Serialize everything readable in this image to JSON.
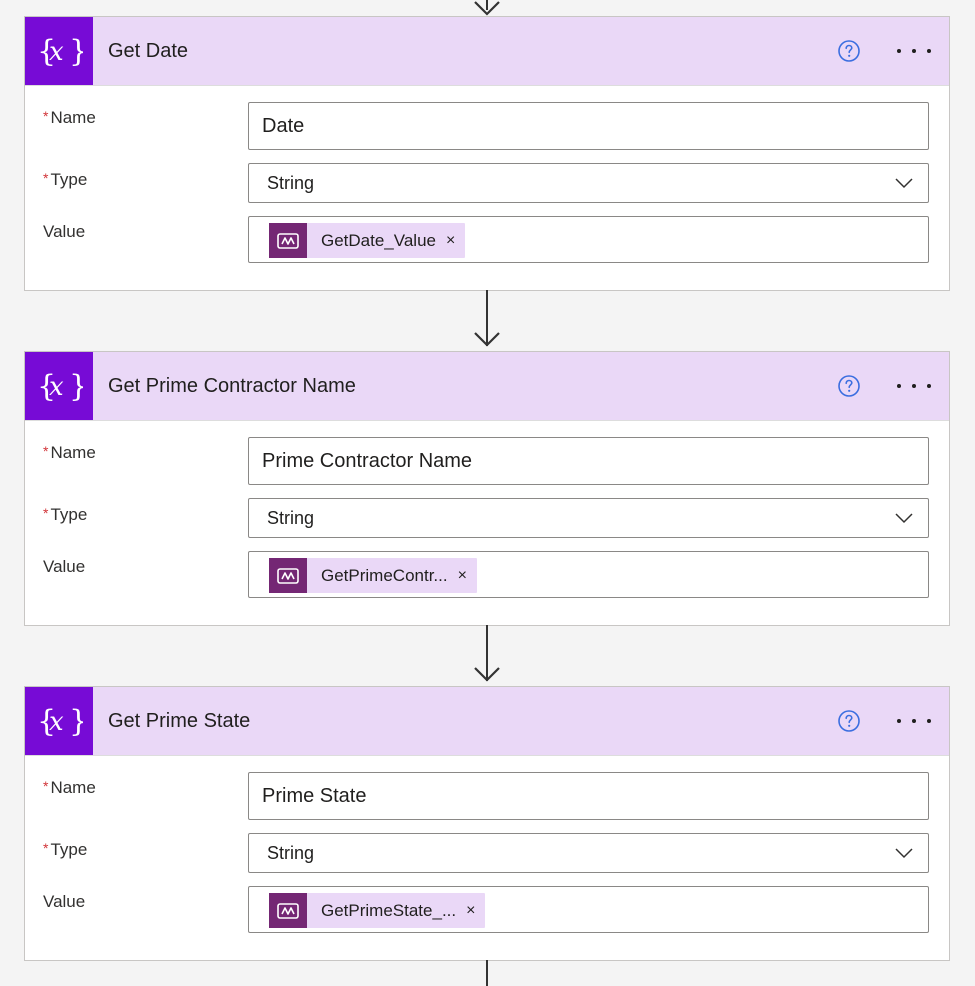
{
  "labels": {
    "name": "Name",
    "type": "Type",
    "value": "Value",
    "required_mark": "*"
  },
  "cards": [
    {
      "title": "Get Date",
      "name_value": "Date",
      "type_value": "String",
      "token_text": "GetDate_Value",
      "token_remove": "×"
    },
    {
      "title": "Get Prime Contractor Name",
      "name_value": "Prime Contractor Name",
      "type_value": "String",
      "token_text": "GetPrimeContr...",
      "token_remove": "×"
    },
    {
      "title": "Get Prime State",
      "name_value": "Prime State",
      "type_value": "String",
      "token_text": "GetPrimeState_...",
      "token_remove": "×"
    }
  ],
  "icons": {
    "header": "variable-icon",
    "help": "help-circle-icon",
    "more": "more-dots-icon",
    "chevron": "chevron-down-icon",
    "token": "power-apps-icon"
  },
  "colors": {
    "header_bg": "#ead8f7",
    "icon_bg": "#770bd6",
    "token_bg": "#ead8f7",
    "token_icon_bg": "#742774",
    "help_blue": "#3b6ee0",
    "required_red": "#d13438"
  }
}
